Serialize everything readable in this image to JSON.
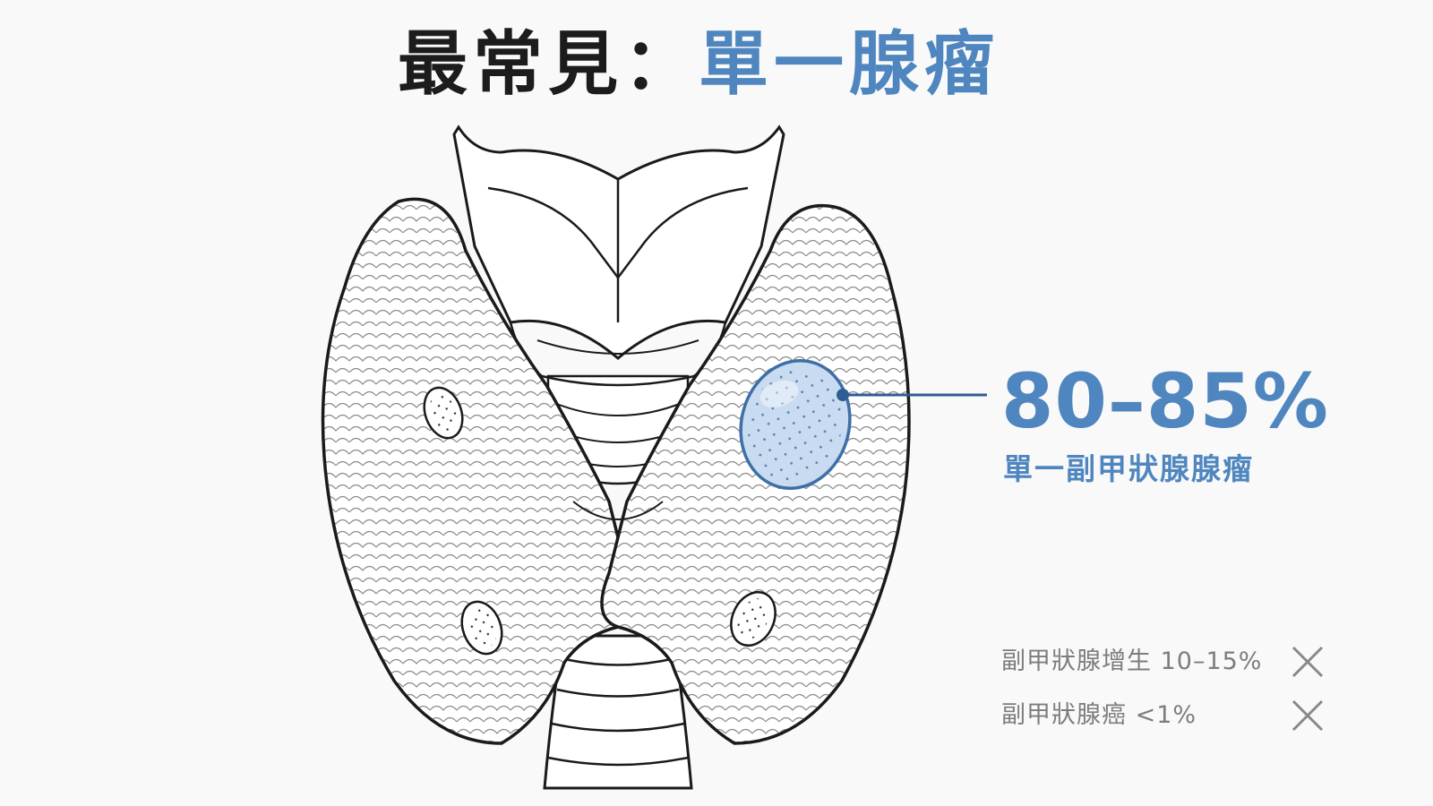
{
  "title": {
    "prefix": "最常見：",
    "highlight": "單一腺瘤"
  },
  "main_stat": {
    "value": "80–85%",
    "label": "單一副甲狀腺腺瘤"
  },
  "other_causes": [
    {
      "label": "副甲狀腺增生 10–15%",
      "icon": "x-icon"
    },
    {
      "label": "副甲狀腺癌 <1%",
      "icon": "x-icon"
    }
  ],
  "colors": {
    "accent": "#4f86bf",
    "title_dark": "#1c1c1c",
    "muted_text": "#7d7d7d",
    "adenoma_fill": "#c9dbf1",
    "line_art": "#1a1a1a"
  }
}
